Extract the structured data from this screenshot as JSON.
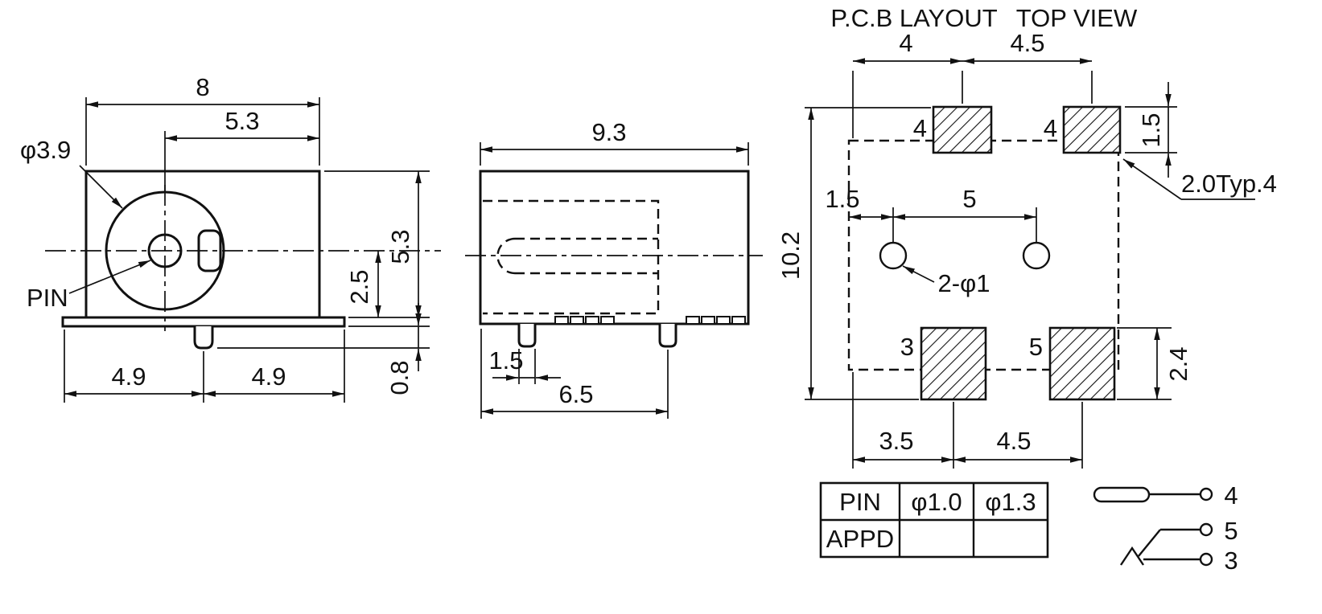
{
  "titles": {
    "pcb_layout": "P.C.B LAYOUT",
    "top_view": "TOP VIEW"
  },
  "front_view": {
    "dim_width": "8",
    "dim_center_to_edge": "5.3",
    "dim_barrel_dia": "φ3.9",
    "pin_label": "PIN",
    "dim_pitch_left": "4.9",
    "dim_pitch_right": "4.9",
    "dim_height": "5.3",
    "dim_center_height": "2.5",
    "dim_leg": "0.8"
  },
  "side_view": {
    "dim_length": "9.3",
    "dim_leg_width": "1.5",
    "dim_leg_pitch": "6.5"
  },
  "pcb_view": {
    "dim_top_offset": "4",
    "dim_top_pitch": "4.5",
    "dim_pad_height": "1.5",
    "dim_pad_width": "2.0Typ.4",
    "dim_hole_offset": "1.5",
    "dim_hole_pitch": "5",
    "dim_total_height": "10.2",
    "label_holes": "2-φ1",
    "label_pad_tl": "4",
    "label_pad_tr": "4",
    "label_pad_bl": "3",
    "label_pad_br": "5",
    "dim_pad_bottom_height": "2.4",
    "dim_bottom_offset": "3.5",
    "dim_bottom_pitch": "4.5"
  },
  "pin_table": {
    "rows": [
      [
        "PIN",
        "φ1.0",
        "φ1.3"
      ],
      [
        "APPD",
        "",
        ""
      ]
    ]
  },
  "schematic": {
    "pin4": "4",
    "pin5": "5",
    "pin3": "3"
  }
}
